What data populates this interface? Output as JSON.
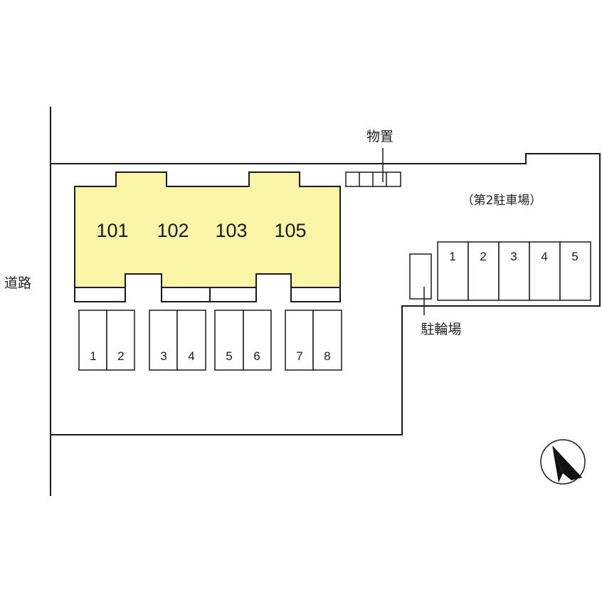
{
  "road_label": "道路",
  "storage_label": "物置",
  "bike_parking_label": "駐輪場",
  "second_parking_label": "（第2駐車場）",
  "units": [
    "101",
    "102",
    "103",
    "105"
  ],
  "parking_main": [
    "1",
    "2",
    "3",
    "4",
    "5",
    "6",
    "7",
    "8"
  ],
  "parking_second": [
    "1",
    "2",
    "3",
    "4",
    "5"
  ],
  "colors": {
    "building_fill": "#fbf5a8",
    "line": "#1a1a1a"
  },
  "compass_icon": "north-arrow-icon"
}
